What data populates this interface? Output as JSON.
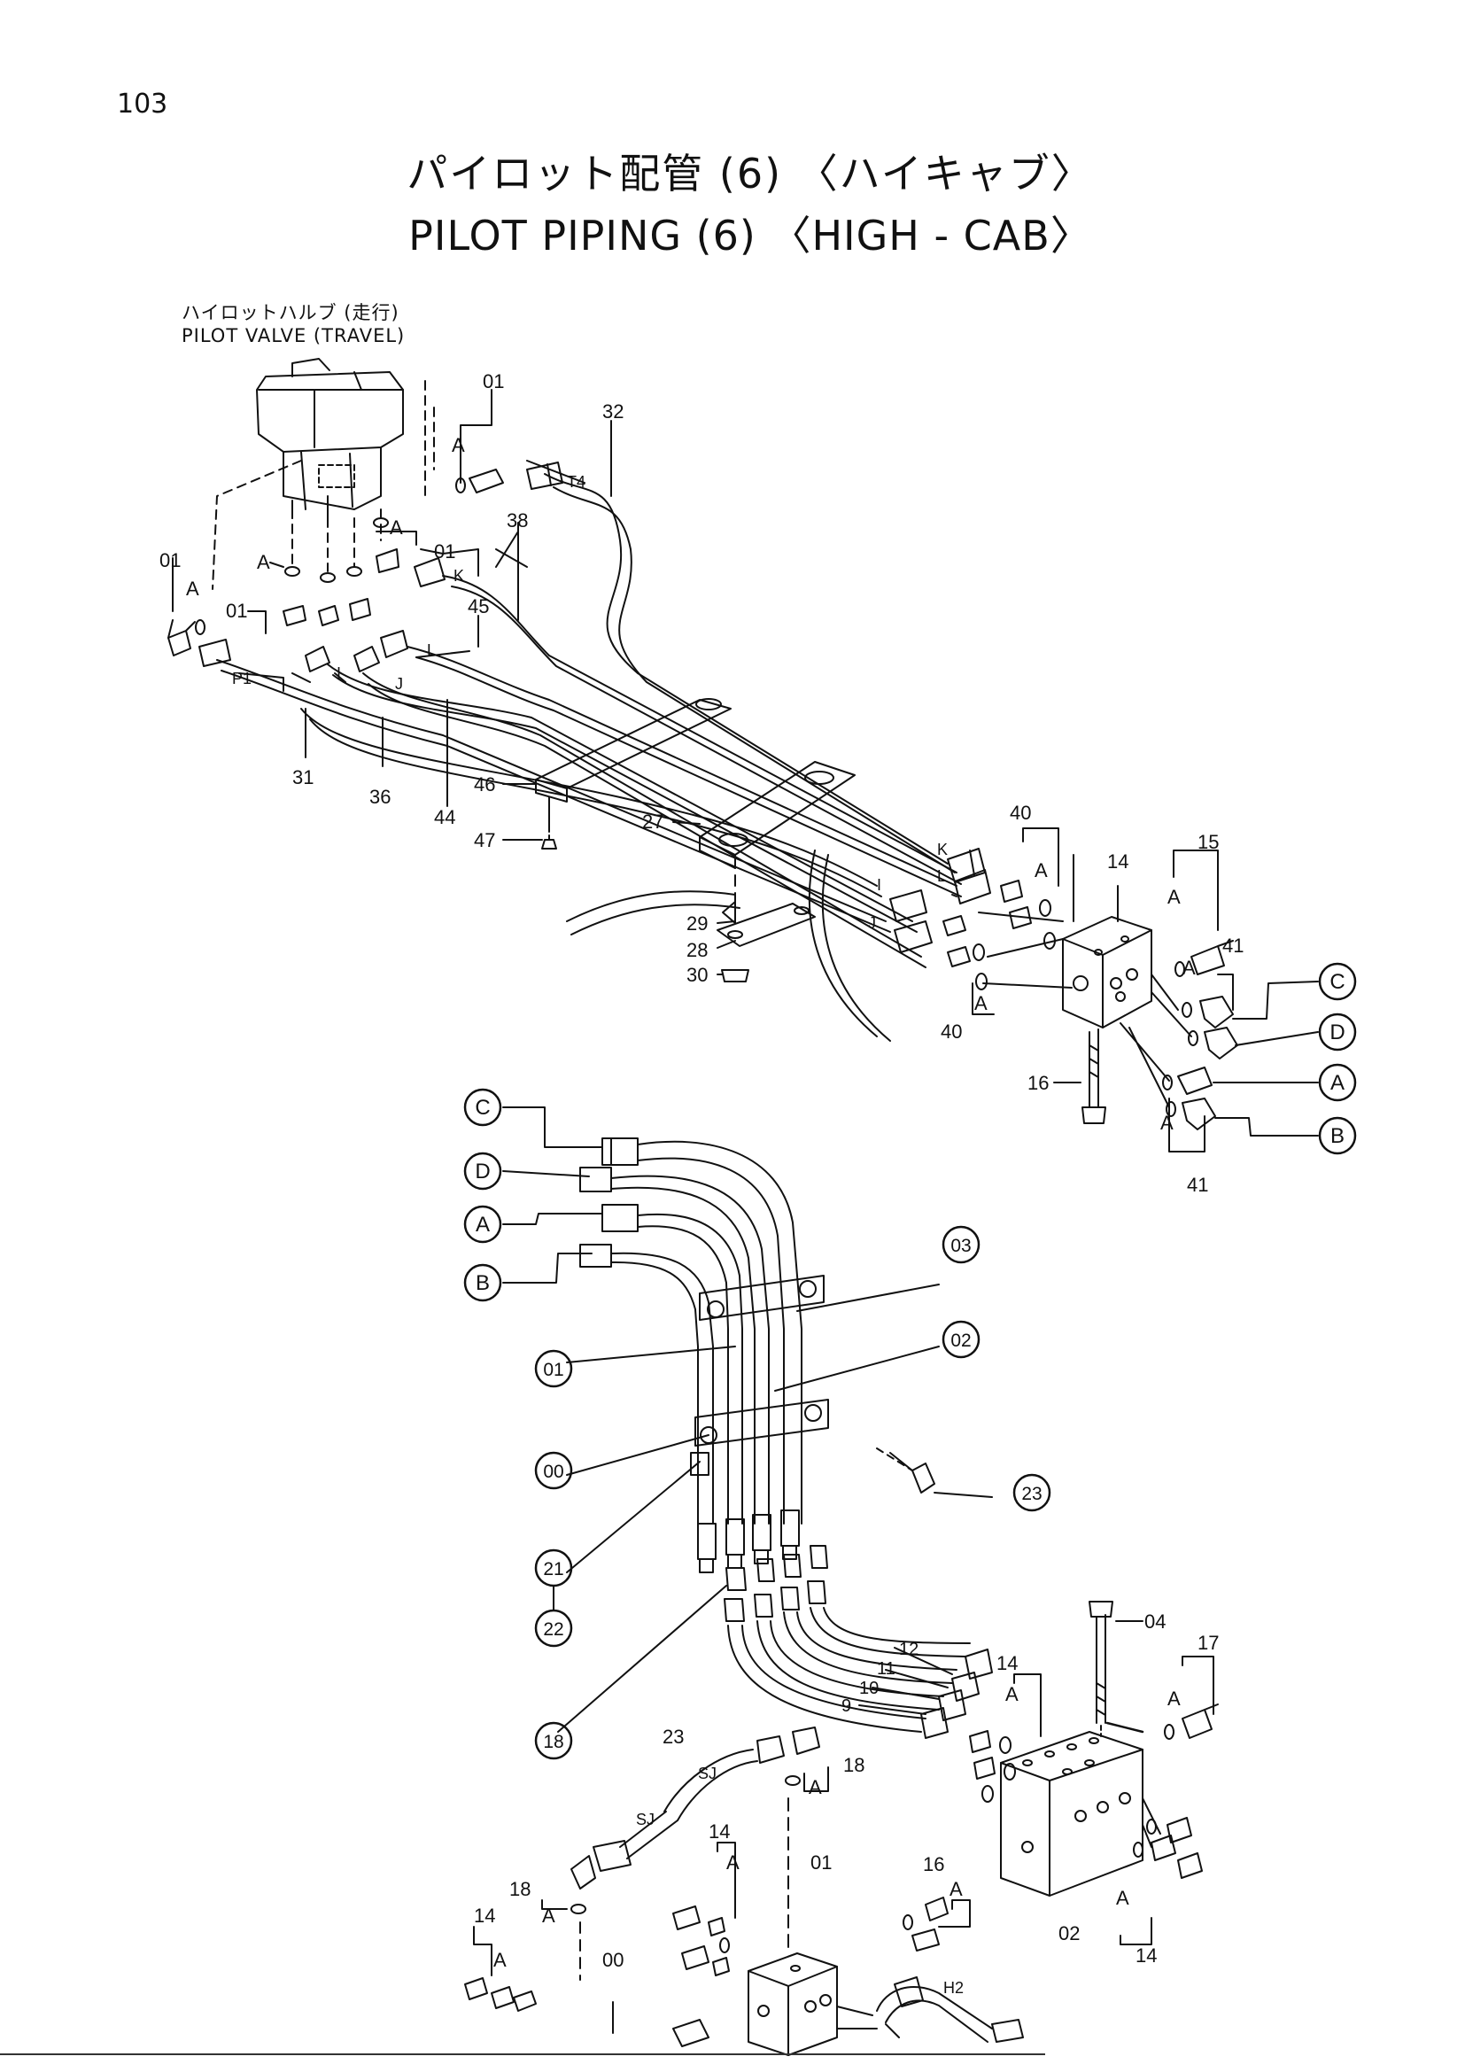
{
  "page_number": "103",
  "title": {
    "japanese": "パイロット配管 (6) 〈ハイキャブ〉",
    "english": "PILOT PIPING (6) 〈HIGH - CAB〉"
  },
  "pilot_valve_label": {
    "japanese": "ハイロットハルブ (走行)",
    "english": "PILOT VALVE (TRAVEL)"
  },
  "callouts": {
    "c01a": "01",
    "c32": "32",
    "t4": "T4",
    "a1": "A",
    "a2": "A",
    "c01b": "01",
    "c38": "38",
    "k1": "K",
    "c01c": "01",
    "c01d": "01",
    "a3": "A",
    "a4": "A",
    "c45": "45",
    "l1": "L",
    "p1": "P1",
    "i1": "I",
    "j1": "J",
    "c31": "31",
    "c36": "36",
    "c44": "44",
    "c46": "46",
    "c47": "47",
    "c27": "27",
    "c29": "29",
    "c28": "28",
    "c30": "30",
    "c40a": "40",
    "a5": "A",
    "c14a": "14",
    "c15": "15",
    "a6": "A",
    "c41a": "41",
    "a7": "A",
    "k2": "K",
    "l2": "L",
    "i2": "I",
    "j2": "J",
    "a8": "A",
    "c40b": "40",
    "c16a": "16",
    "a9": "A",
    "c41b": "41",
    "pC1": "C",
    "pD1": "D",
    "pA1": "A",
    "pB1": "B",
    "pC2": "C",
    "pD2": "D",
    "pA2": "A",
    "pB2": "B",
    "p03": "03",
    "p02": "02",
    "p01": "01",
    "p00": "00",
    "p23": "23",
    "p21": "21",
    "p22": "22",
    "p18": "18",
    "c04": "04",
    "c17": "17",
    "a10": "A",
    "c14b": "14",
    "a11": "A",
    "c12": "12",
    "c11": "11",
    "c10": "10",
    "c9": "9",
    "c23": "23",
    "sj1": "SJ",
    "sj2": "SJ",
    "c18a": "18",
    "a12": "A",
    "c14c": "14",
    "a13": "A",
    "c01e": "01",
    "c16b": "16",
    "a14": "A",
    "c18b": "18",
    "a15": "A",
    "c14d": "14",
    "a16": "A",
    "c00": "00",
    "h2": "H2",
    "c02": "02",
    "a17": "A",
    "c14e": "14"
  }
}
